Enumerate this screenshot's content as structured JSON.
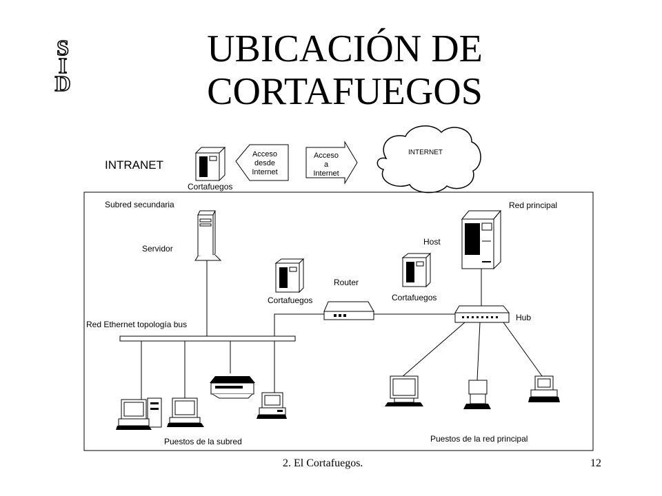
{
  "slide": {
    "title_line1": "UBICACIÓN DE",
    "title_line2": "CORTAFUEGOS",
    "logo_letters": [
      "S",
      "I",
      "D"
    ],
    "footer_left": "2. El Cortafuegos.",
    "page_number": "12"
  },
  "diagram": {
    "intranet": "INTRANET",
    "internet": "INTERNET",
    "arrow_left": [
      "Acceso",
      "desde",
      "Internet"
    ],
    "arrow_right": [
      "Acceso",
      "a",
      "Internet"
    ],
    "firewall_top": "Cortafuegos",
    "subred_secundaria": "Subred secundaria",
    "red_principal": "Red principal",
    "servidor": "Servidor",
    "host": "Host",
    "router": "Router",
    "firewall_mid": "Cortafuegos",
    "firewall_right": "Cortafuegos",
    "hub": "Hub",
    "bus": "Red Ethernet topología bus",
    "puestos_subred": "Puestos de la subred",
    "puestos_principal": "Puestos de la red principal"
  }
}
